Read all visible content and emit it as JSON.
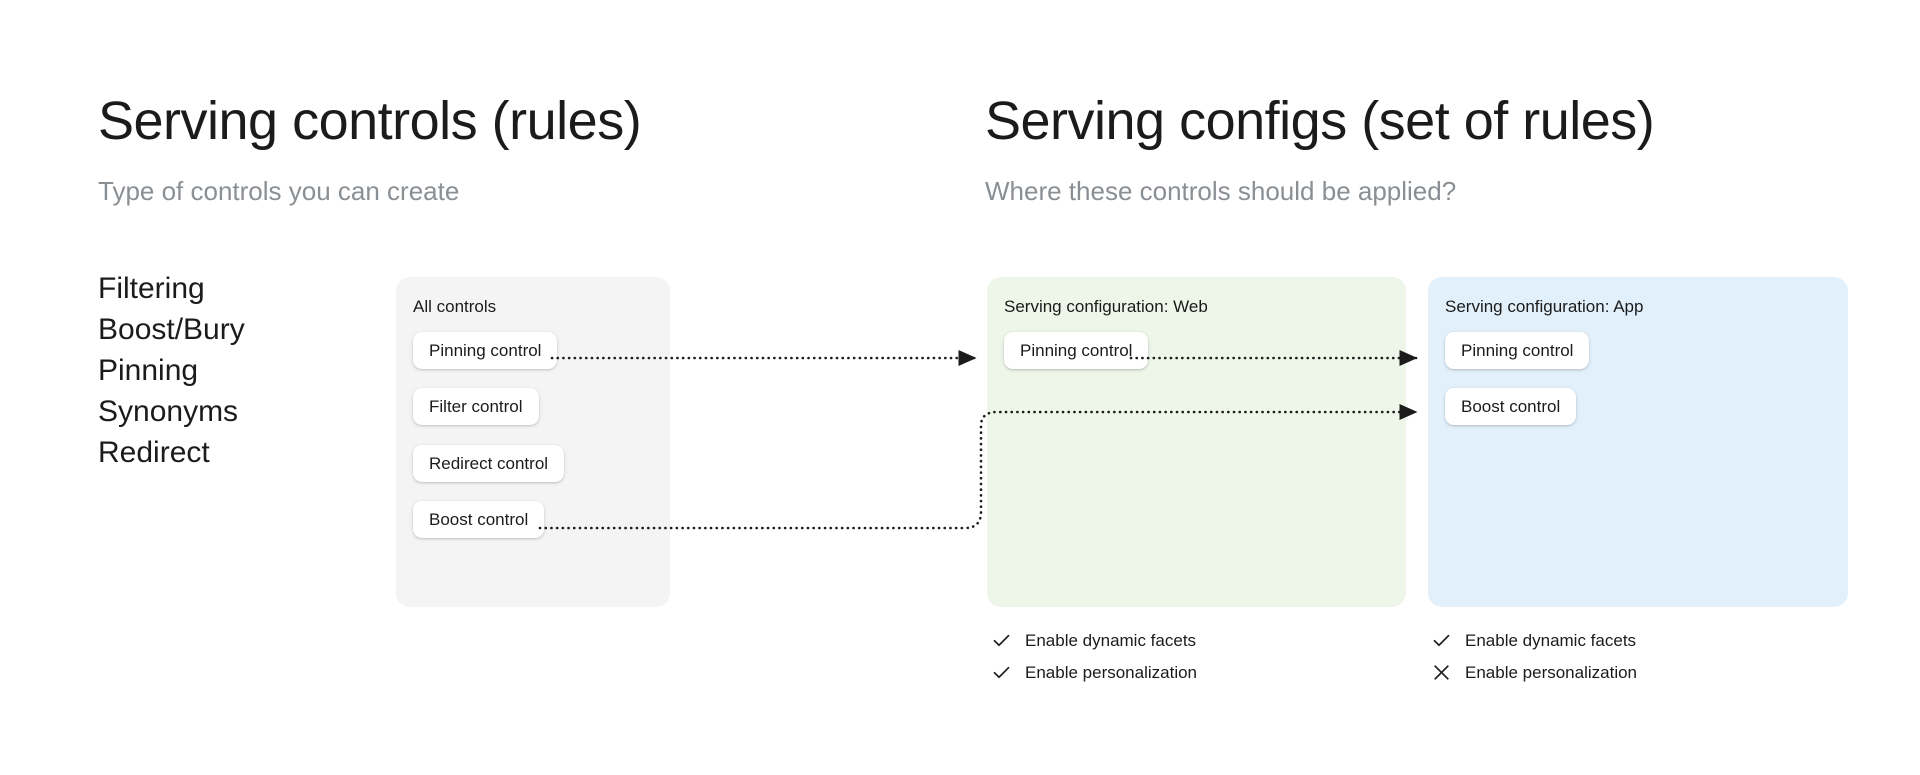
{
  "left_section": {
    "title": "Serving controls (rules)",
    "subtitle": "Type of controls you can create",
    "control_types": [
      {
        "label": "Filtering"
      },
      {
        "label": "Boost/Bury"
      },
      {
        "label": "Pinning"
      },
      {
        "label": "Synonyms"
      },
      {
        "label": "Redirect"
      }
    ]
  },
  "right_section": {
    "title": "Serving configs (set of rules)",
    "subtitle": "Where these controls should be applied?"
  },
  "cards": {
    "all_controls": {
      "title": "All controls",
      "background_color": "#f4f4f4",
      "pills": [
        {
          "label": "Pinning control"
        },
        {
          "label": "Filter control"
        },
        {
          "label": "Redirect control"
        },
        {
          "label": "Boost control"
        }
      ]
    },
    "serving_config_web": {
      "title": "Serving configuration: Web",
      "background_color": "#eef5e9",
      "pills": [
        {
          "label": "Pinning control"
        }
      ],
      "options": [
        {
          "label": "Enable dynamic facets",
          "state": "check",
          "icon": "check-icon"
        },
        {
          "label": "Enable personalization",
          "state": "check",
          "icon": "check-icon"
        }
      ]
    },
    "serving_config_app": {
      "title": "Serving configuration: App",
      "background_color": "#e2f0fb",
      "pills": [
        {
          "label": "Pinning control"
        },
        {
          "label": "Boost control"
        }
      ],
      "options": [
        {
          "label": "Enable dynamic facets",
          "state": "check",
          "icon": "check-icon"
        },
        {
          "label": "Enable personalization",
          "state": "cross",
          "icon": "cross-icon"
        }
      ]
    }
  },
  "connectors": [
    {
      "name": "all-pinning-to-web-pinning",
      "from": "All controls / Pinning control",
      "to": "Serving configuration: Web / Pinning control",
      "style": "dotted-arrow"
    },
    {
      "name": "all-boost-to-app-boost",
      "from": "All controls / Boost control",
      "to": "Serving configuration: App / Boost control",
      "style": "dotted-arrow-elbow"
    },
    {
      "name": "web-pinning-to-app-pinning",
      "from": "Serving configuration: Web / Pinning control",
      "to": "Serving configuration: App / Pinning control",
      "style": "dotted-arrow"
    }
  ],
  "colors": {
    "text_primary": "#1b1b1b",
    "text_muted": "#8a8f94",
    "card_neutral": "#f4f4f4",
    "card_green": "#eef5e9",
    "card_blue": "#e2f0fb",
    "connector": "#1b1b1b",
    "page_background": "#ffffff"
  }
}
